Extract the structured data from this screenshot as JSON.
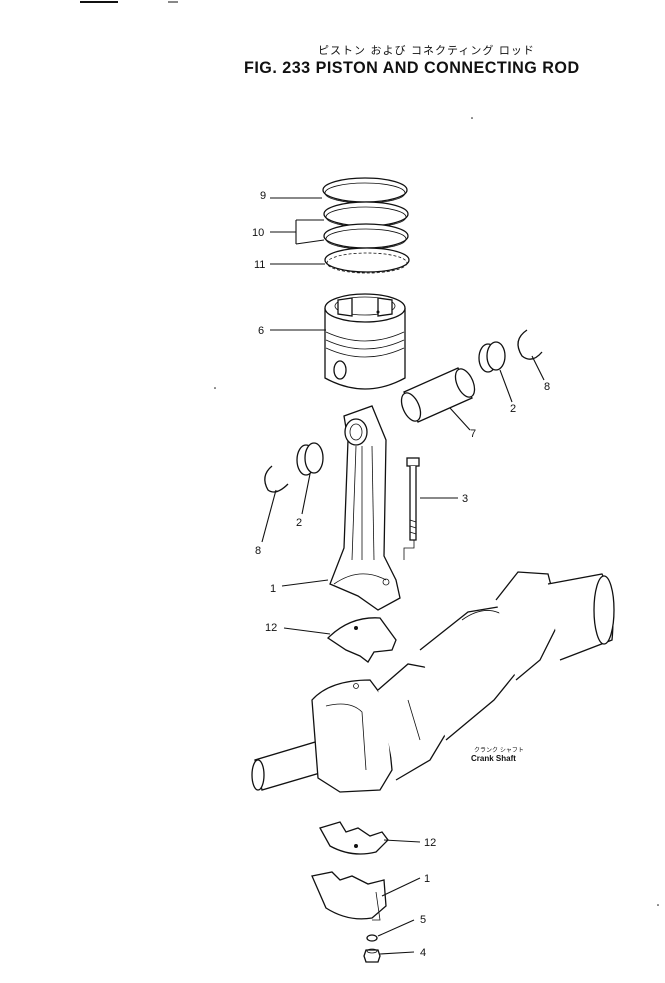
{
  "header": {
    "title_jp": "ピストン および コネクティング ロッド",
    "title_en": "FIG. 233  PISTON AND CONNECTING ROD"
  },
  "callouts": {
    "ring_top": "9",
    "rings_compression": "10",
    "ring_oil": "11",
    "piston": "6",
    "pin_bushing_right": "2",
    "snap_ring_right": "8",
    "piston_pin": "7",
    "bolt": "3",
    "pin_bushing_left": "2",
    "snap_ring_left": "8",
    "conrod_upper": "1",
    "bearing_upper": "12",
    "bearing_lower": "12",
    "conrod_cap": "1",
    "washer": "5",
    "nut": "4"
  },
  "crankshaft": {
    "label_jp": "クランク シャフト",
    "label_en": "Crank Shaft"
  }
}
